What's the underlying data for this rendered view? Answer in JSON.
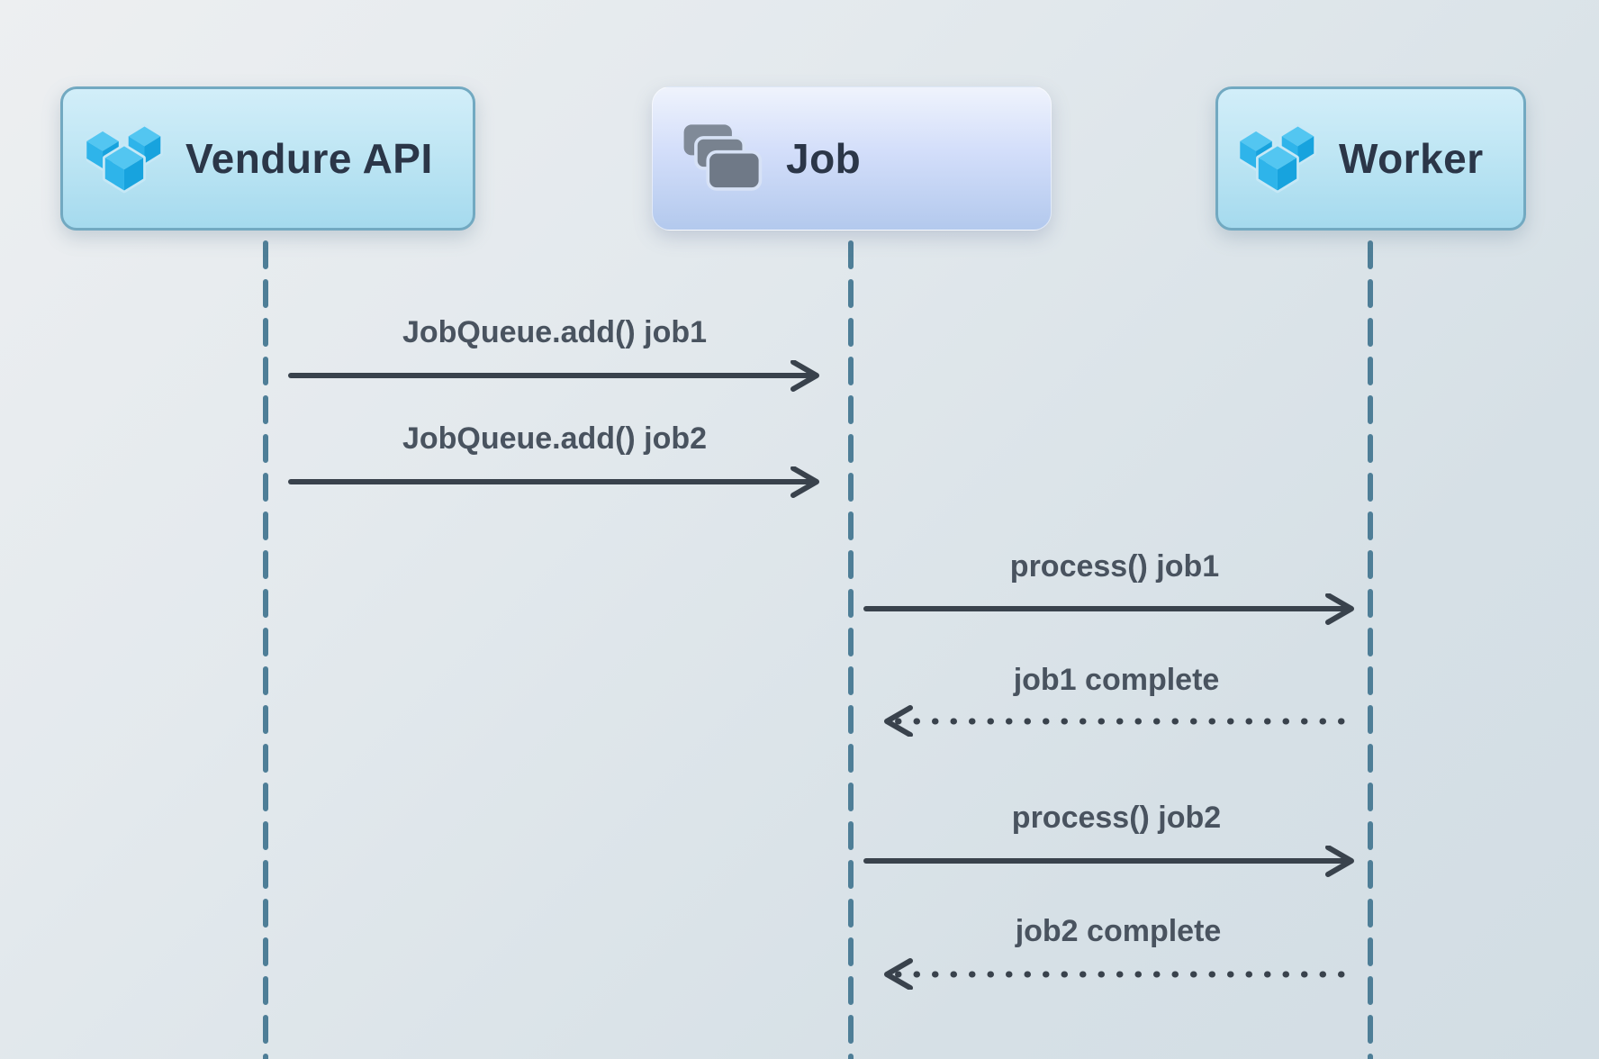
{
  "diagram": {
    "type": "sequence",
    "actors": [
      {
        "id": "vendure-api",
        "label": "Vendure API",
        "icon": "vendure-logo-icon"
      },
      {
        "id": "job",
        "label": "Job",
        "icon": "stacked-cards-icon"
      },
      {
        "id": "worker",
        "label": "Worker",
        "icon": "vendure-logo-icon"
      }
    ],
    "messages": [
      {
        "from": "Vendure API",
        "to": "Job",
        "label": "JobQueue.add() job1",
        "style": "solid"
      },
      {
        "from": "Vendure API",
        "to": "Job",
        "label": "JobQueue.add() job2",
        "style": "solid"
      },
      {
        "from": "Job",
        "to": "Worker",
        "label": "process() job1",
        "style": "solid"
      },
      {
        "from": "Worker",
        "to": "Job",
        "label": "job1 complete",
        "style": "dotted"
      },
      {
        "from": "Job",
        "to": "Worker",
        "label": "process() job2",
        "style": "solid"
      },
      {
        "from": "Worker",
        "to": "Job",
        "label": "job2 complete",
        "style": "dotted"
      }
    ],
    "colors": {
      "arrow": "#39424c",
      "lifeline": "#4e7e97",
      "message_text": "#49535f",
      "actor_text": "#2b3648",
      "cyan_box_top": "#d2eef9",
      "cyan_box_bottom": "#a5daee",
      "cyan_box_border": "#72a9c1",
      "soft_box_top": "#eff3fc",
      "soft_box_bottom": "#b3c9ed",
      "vendure_blue_top": "#53c6f1",
      "vendure_blue_left": "#2eb4ea",
      "vendure_blue_right": "#17a3de",
      "cards_gray": "#78828f"
    }
  }
}
